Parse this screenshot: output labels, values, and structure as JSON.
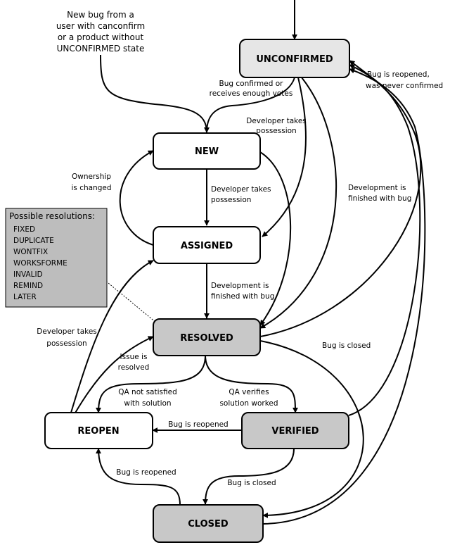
{
  "states": {
    "unconfirmed": "UNCONFIRMED",
    "new": "NEW",
    "assigned": "ASSIGNED",
    "resolved": "RESOLVED",
    "reopen": "REOPEN",
    "verified": "VERIFIED",
    "closed": "CLOSED"
  },
  "entry_note": [
    "New bug from a",
    "user with canconfirm",
    "or a product without",
    "UNCONFIRMED state"
  ],
  "resolutions": {
    "title": "Possible resolutions:",
    "items": [
      "FIXED",
      "DUPLICATE",
      "WONTFIX",
      "WORKSFORME",
      "INVALID",
      "REMIND",
      "LATER"
    ]
  },
  "transitions": {
    "confirmed": [
      "Bug confirmed or",
      "receives enough votes"
    ],
    "unconfirmed_to_assigned": [
      "Developer takes",
      "possession"
    ],
    "unconfirmed_to_resolved": [
      "Development is",
      "finished with bug"
    ],
    "reopened_never_confirmed": [
      "Bug is reopened,",
      "was never confirmed"
    ],
    "ownership_changed": [
      "Ownership",
      "is changed"
    ],
    "new_to_assigned": [
      "Developer takes",
      "possession"
    ],
    "assigned_to_resolved": [
      "Development is",
      "finished with bug"
    ],
    "reopen_to_assigned": [
      "Developer takes",
      "possession"
    ],
    "issue_resolved": [
      "Issue is",
      "resolved"
    ],
    "resolved_to_closed": [
      "Bug is closed"
    ],
    "qa_not_satisfied": [
      "QA not satisfied",
      "with solution"
    ],
    "qa_verifies": [
      "QA verifies",
      "solution worked"
    ],
    "verified_to_reopen": [
      "Bug is reopened"
    ],
    "verified_to_closed": [
      "Bug is closed"
    ],
    "closed_to_reopen": [
      "Bug is reopened"
    ]
  },
  "colors": {
    "shaded_fill": "#c8c8c8",
    "light_fill": "#e6e6e6",
    "white_fill": "#ffffff",
    "note_fill": "#bdbdbd",
    "stroke": "#000000"
  }
}
